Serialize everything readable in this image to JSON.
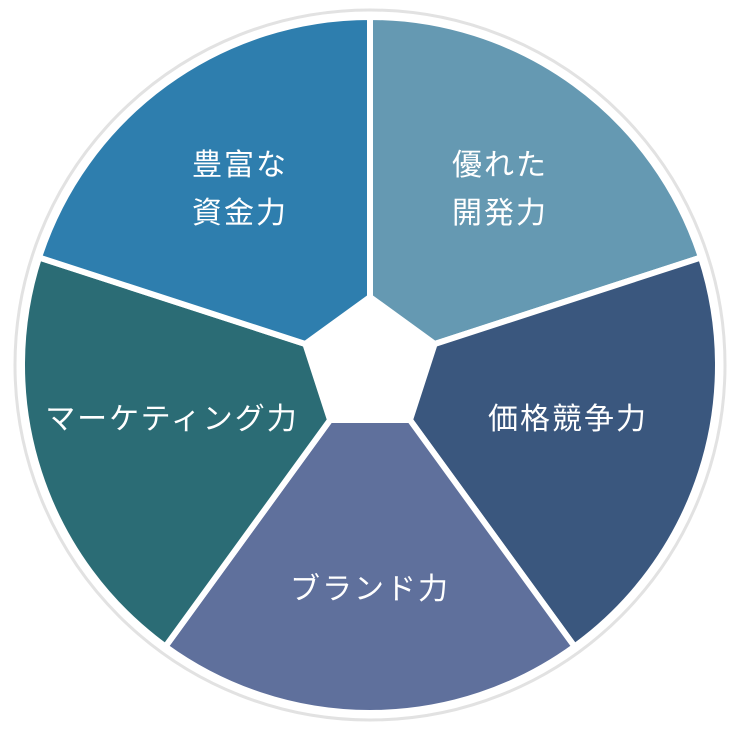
{
  "diagram": {
    "segments": [
      {
        "lines": [
          "優れた",
          "開発力"
        ],
        "color": "#6599b2"
      },
      {
        "lines": [
          "価格競争力"
        ],
        "color": "#3a577e"
      },
      {
        "lines": [
          "ブランド力"
        ],
        "color": "#5f709c"
      },
      {
        "lines": [
          "マーケティング力"
        ],
        "color": "#2b6c75"
      },
      {
        "lines": [
          "豊富な",
          "資金力"
        ],
        "color": "#2e7eae"
      }
    ]
  }
}
